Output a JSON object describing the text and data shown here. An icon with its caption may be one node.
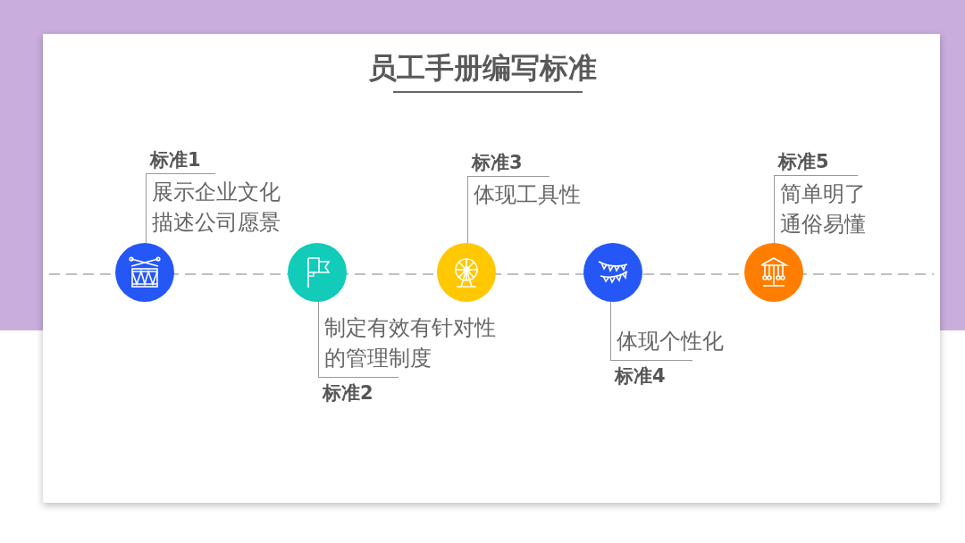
{
  "diagram": {
    "title": "员工手册编写标准",
    "nodes": [
      {
        "text": [],
        "shape": "circle"
      },
      {
        "text": [],
        "shape": "circle"
      },
      {
        "text": [],
        "shape": "circle"
      },
      {
        "text": [],
        "shape": "circle"
      },
      {
        "text": [],
        "shape": "circle"
      },
      {
        "text": [
          "标准1",
          "展示企业文化描述公司愿景"
        ]
      },
      {
        "text": [
          "制定有效有针对性的管理制度",
          "标准2"
        ]
      },
      {
        "text": [
          "标准3",
          "体现工具性"
        ]
      },
      {
        "text": [
          "体现个性化",
          "标准4"
        ]
      },
      {
        "text": [
          "标准5",
          "简单明了通俗易懂"
        ]
      }
    ],
    "edges": [
      {
        "from": 5,
        "to": 0,
        "arrow": "none"
      },
      {
        "from": 6,
        "to": 1,
        "arrow": "none"
      },
      {
        "from": 7,
        "to": 2,
        "arrow": "none"
      },
      {
        "from": 8,
        "to": 3,
        "arrow": "none"
      },
      {
        "from": 9,
        "to": 4,
        "arrow": "none"
      }
    ]
  }
}
